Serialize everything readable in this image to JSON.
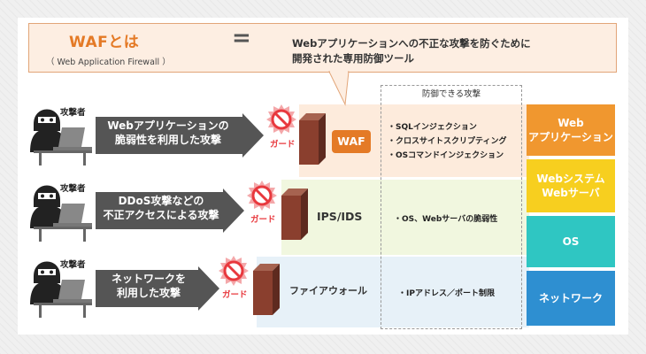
{
  "header": {
    "title": "WAFとは",
    "subtitle": "（ Web Application Firewall ）",
    "equals": "=",
    "definition_line1": "Webアプリケーションへの不正な攻撃を防ぐために",
    "definition_line2": "開発された専用防御ツール"
  },
  "panel": {
    "title": "防御できる攻撃"
  },
  "rows": [
    {
      "attacker_label": "攻撃者",
      "attack_line1": "Webアプリケーションの",
      "attack_line2": "脆弱性を利用した攻撃",
      "guard": "ガード",
      "defense": "WAF",
      "attacks": [
        "・SQLインジェクション",
        "・クロスサイトスクリプティング",
        "・OSコマンドインジェクション"
      ]
    },
    {
      "attacker_label": "攻撃者",
      "attack_line1": "DDoS攻撃などの",
      "attack_line2": "不正アクセスによる攻撃",
      "guard": "ガード",
      "defense": "IPS/IDS",
      "attacks": [
        "・OS、Webサーバの脆弱性"
      ]
    },
    {
      "attacker_label": "攻撃者",
      "attack_line1": "ネットワークを",
      "attack_line2": "利用した攻撃",
      "guard": "ガード",
      "defense": "ファイアウォール",
      "attacks": [
        "・IPアドレス／ポート制限"
      ]
    }
  ],
  "layers": [
    {
      "line1": "Web",
      "line2": "アプリケーション",
      "color": "#f0972f"
    },
    {
      "line1": "Webシステム",
      "line2": "Webサーバ",
      "color": "#f7cf1f"
    },
    {
      "line1": "OS",
      "line2": "",
      "color": "#2fc6c2"
    },
    {
      "line1": "ネットワーク",
      "line2": "",
      "color": "#2e8fd1"
    }
  ],
  "icons": {
    "attacker": "hooded-hacker-at-laptop-icon",
    "guard": "prohibition-sign-icon",
    "wall": "brick-wall-icon"
  }
}
